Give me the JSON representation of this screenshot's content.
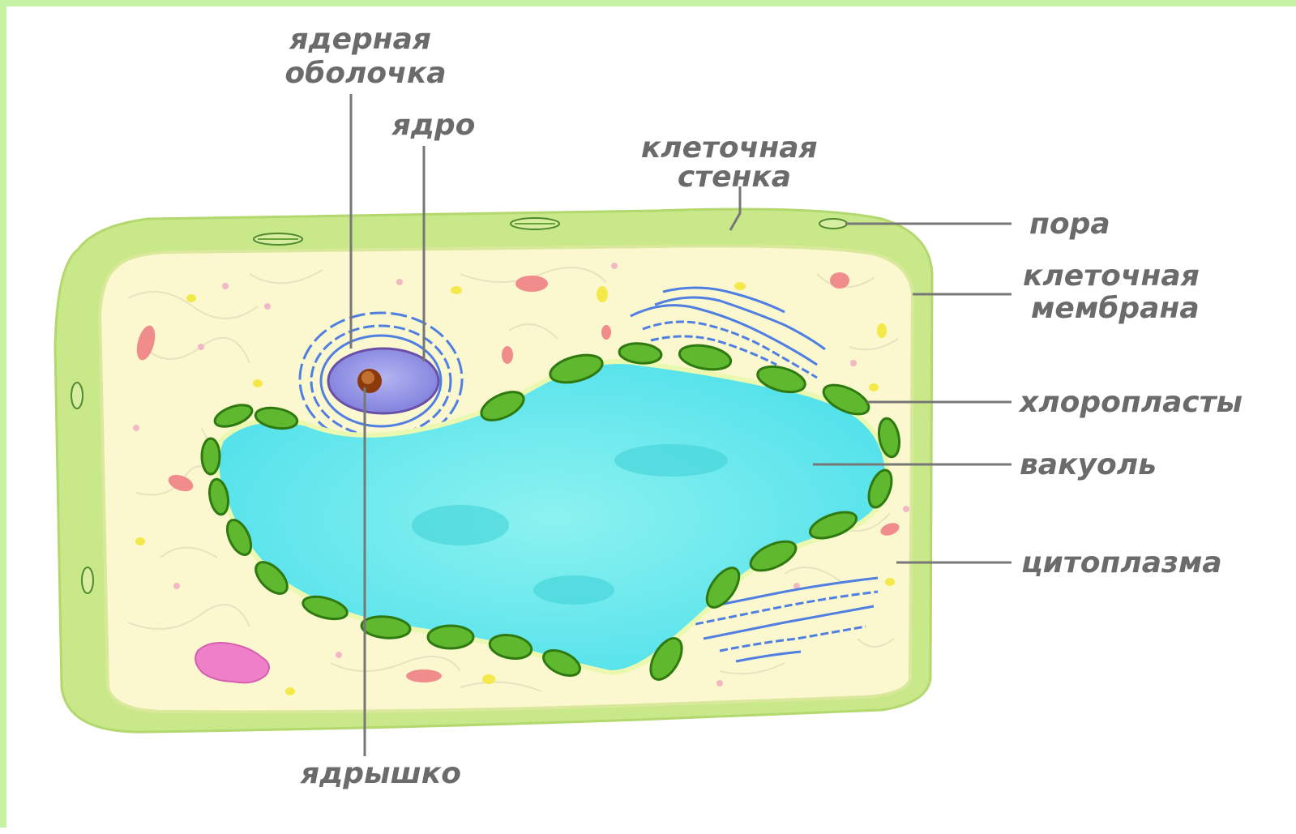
{
  "labels": {
    "nuclear_envelope": [
      "ядерная",
      "оболочка"
    ],
    "nucleus": "ядро",
    "cell_wall": [
      "клеточная",
      "стенка"
    ],
    "pore": "пора",
    "cell_membrane": [
      "клеточная",
      "мембрана"
    ],
    "chloroplasts": "хлоропласты",
    "vacuole": "вакуоль",
    "cytoplasm": "цитоплазма",
    "nucleolus": "ядрышко"
  },
  "colors": {
    "frame": "#c6f2a4",
    "cell_wall": "#c8e88a",
    "cytoplasm": "#fbf7cf",
    "vacuole": "#5fe6ea",
    "chloroplast": "#5fb82e",
    "nucleus": "#8f8fe6",
    "nucleolus": "#8b3a0c",
    "endoplasmic_reticulum": "#4f7fe0",
    "label_text": "#6b6b6b"
  }
}
